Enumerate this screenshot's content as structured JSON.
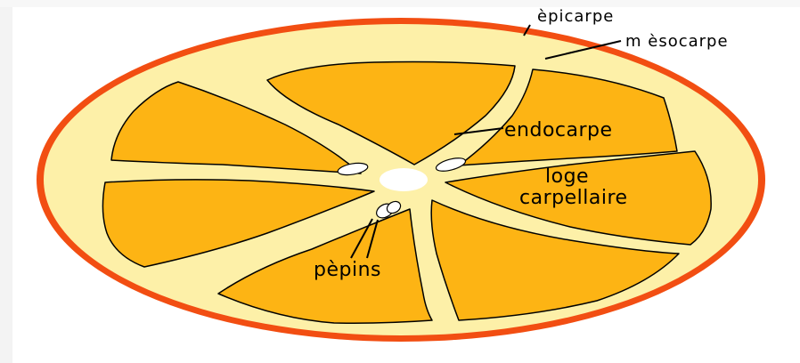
{
  "labels": {
    "epicarpe": "èpicarpe",
    "mesocarpe": "m èsocarpe",
    "endocarpe": "endocarpe",
    "loge_line1": "loge",
    "loge_line2": "carpellaire",
    "pepins": "pèpins"
  },
  "colors": {
    "epicarpe": "#f24e12",
    "mesocarpe": "#fdf0a8",
    "segment": "#fdb414",
    "center": "#ffffff",
    "seed": "#ffffff"
  }
}
